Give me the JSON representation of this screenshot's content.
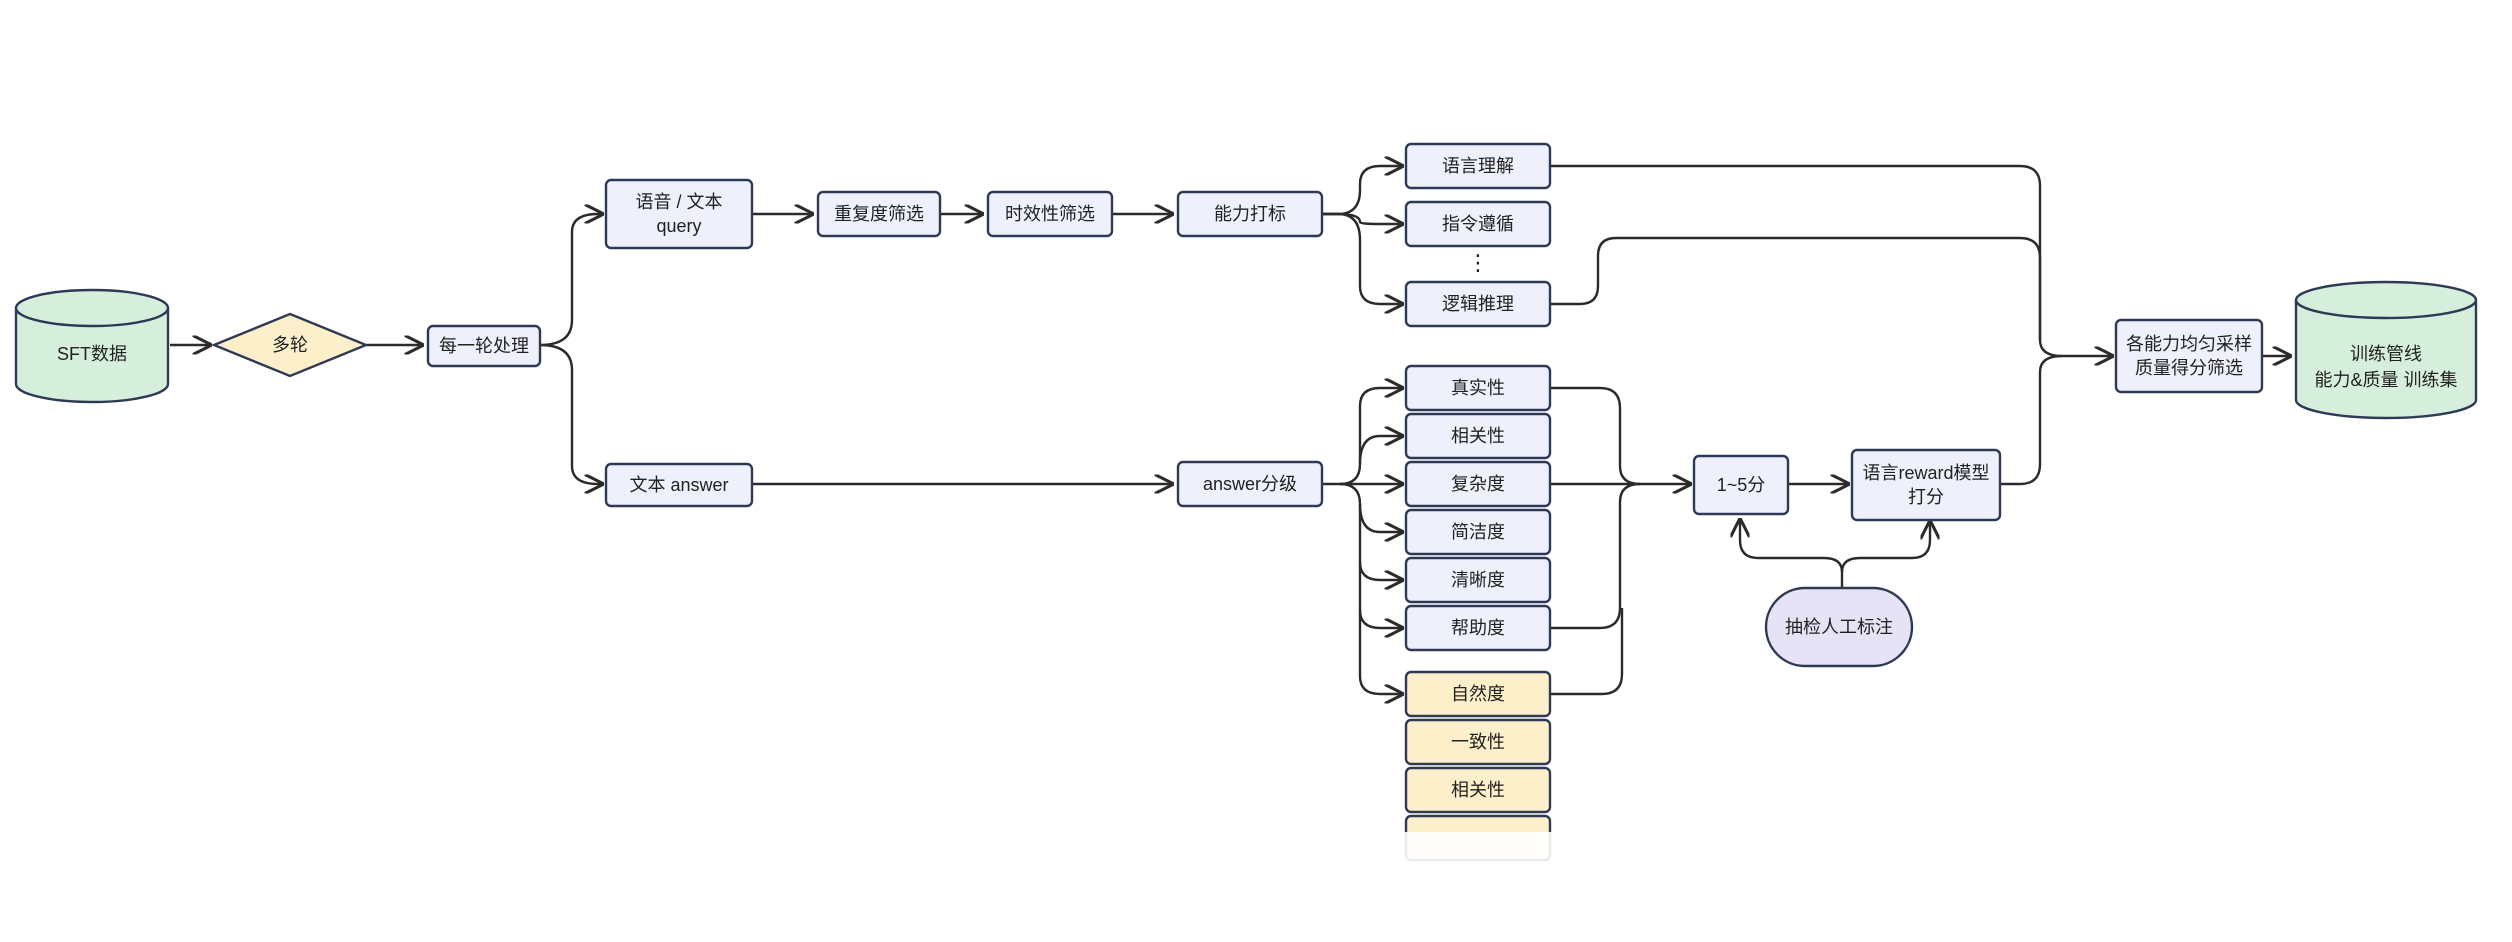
{
  "nodes": {
    "sft": "SFT数据",
    "multi_turn": "多轮",
    "per_turn": "每一轮处理",
    "voice_query": [
      "语音 / 文本",
      "query"
    ],
    "dedup": "重复度筛选",
    "timeliness": "时效性筛选",
    "ability_tag": "能力打标",
    "language_understanding": "语言理解",
    "instruction_following": "指令遵循",
    "ellipsis": "⋮",
    "logical_reasoning": "逻辑推理",
    "text_answer": "文本 answer",
    "answer_grading": "answer分级",
    "grading_dims": [
      "真实性",
      "相关性",
      "复杂度",
      "简洁度",
      "清晰度",
      "帮助度"
    ],
    "extra_dims": [
      "自然度",
      "一致性",
      "相关性"
    ],
    "score": "1~5分",
    "reward_model": [
      "语言reward模型",
      "打分"
    ],
    "spot_check": "抽检人工标注",
    "sampling": [
      "各能力均匀采样",
      "质量得分筛选"
    ],
    "train_set": [
      "训练管线",
      "能力&质量 训练集"
    ]
  },
  "colors": {
    "box_fill": "#eef0fb",
    "highlight_fill": "#fcefc9",
    "database_fill": "#d6efdc",
    "oval_fill": "#e7e3f7",
    "stroke": "#2e3a55"
  }
}
